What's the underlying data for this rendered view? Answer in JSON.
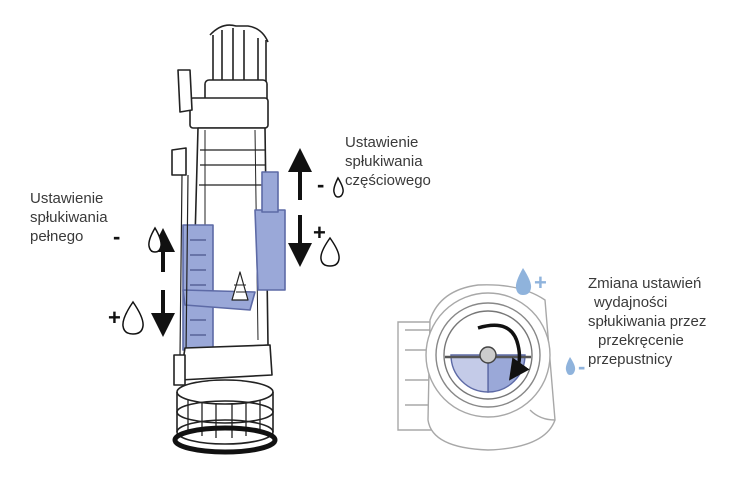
{
  "labels": {
    "full_flush": [
      "Ustawienie",
      "spłukiwania",
      "pełnego"
    ],
    "partial_flush": [
      "Ustawienie",
      "spłukiwania",
      "częściowego"
    ],
    "throttle": [
      "Zmiana ustawień",
      "wydajności",
      "spłukiwania przez",
      "przekręcenie",
      "przepustnicy"
    ]
  },
  "signs": {
    "minus": "-",
    "plus": "+"
  },
  "colors": {
    "accent_blue": "#9aa8d8",
    "drop_blue": "#8fb3dc",
    "outline": "#222222",
    "arrow": "#111111"
  },
  "icons": [
    "water-drop-icon",
    "up-down-arrow-icon",
    "rotation-arrow-icon"
  ]
}
